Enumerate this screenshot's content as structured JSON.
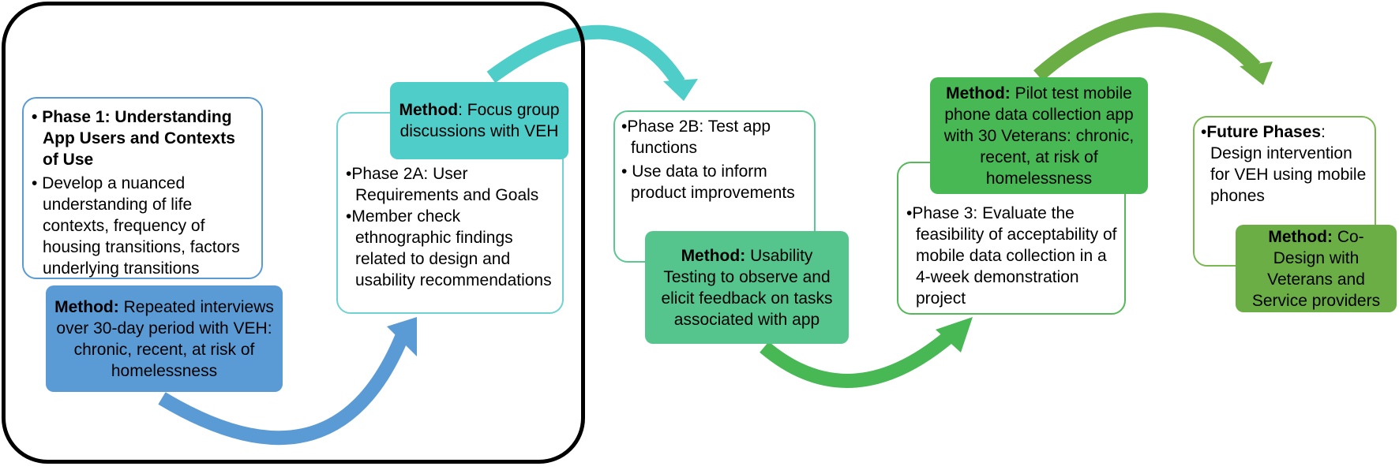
{
  "colors": {
    "blue_method": "#5b9bd5",
    "blue_border": "#5b9bd5",
    "teal_method": "#4fcdc9",
    "teal_border": "#6fd3cf",
    "mint_method": "#55c58d",
    "mint_border": "#5cc793",
    "green_method": "#47b854",
    "green_border": "#55b95a",
    "olive_method": "#6aae45",
    "olive_border": "#7ab851"
  },
  "phase1": {
    "heading": "Phase 1: Understanding App Users and Contexts of Use",
    "point": "Develop a nuanced understanding of life contexts, frequency of housing transitions, factors underlying transitions",
    "method_label": "Method:",
    "method_text": "Repeated interviews over 30-day period with VEH: chronic, recent, at risk of homelessness"
  },
  "phase2a": {
    "method_label": "Method",
    "method_text": ": Focus group discussions with VEH",
    "point1": "Phase 2A: User Requirements and Goals",
    "point2": "Member check ethnographic findings related to design and usability recommendations"
  },
  "phase2b": {
    "point1": "Phase 2B: Test app functions",
    "point2": "Use data to inform product improvements",
    "method_label": "Method:",
    "method_text": "Usability Testing to observe and elicit feedback on tasks associated with app"
  },
  "phase3": {
    "method_label": "Method:",
    "method_text": "Pilot test mobile phone data collection app with 30 Veterans: chronic, recent, at risk of homelessness",
    "point": "Phase 3: Evaluate the feasibility of acceptability of mobile data collection in a 4-week demonstration project"
  },
  "future": {
    "heading": "Future Phases",
    "text": ": Design intervention for VEH using mobile phones",
    "method_label": "Method:",
    "method_text": "Co-Design with Veterans and Service providers"
  }
}
